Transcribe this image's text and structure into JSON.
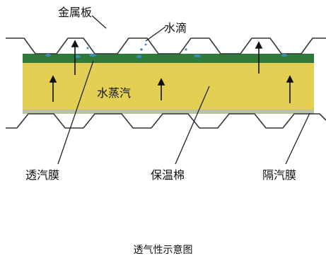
{
  "labels": {
    "metal_sheet": "金属板",
    "water_drop": "水滴",
    "water_vapor": "水蒸汽",
    "permeable_membrane": "透汽膜",
    "insulation_wool": "保温棉",
    "vapor_barrier": "隔汽膜"
  },
  "caption": "透气性示意图",
  "colors": {
    "insulation": "#e3cf54",
    "permeable_membrane": "#2f7a3a",
    "vapor_barrier": "#b9c3a8",
    "metal_line": "#333333",
    "droplet": "#3c8fbf",
    "arrow": "#111111"
  }
}
